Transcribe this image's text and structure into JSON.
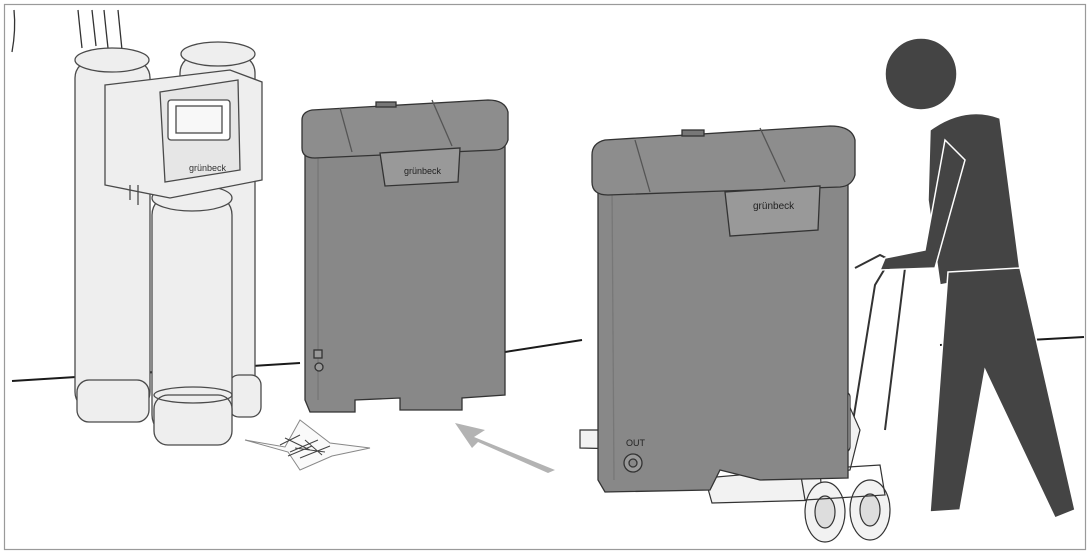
{
  "labels": {
    "brand_small_unit": "grünbeck",
    "brand_middle_tank": "grünbeck",
    "brand_right_tank": "grünbeck",
    "outlet_label": "OUT"
  },
  "colors": {
    "tank_body": "#888888",
    "tank_lid": "#8d8d8d",
    "figure": "#444444",
    "arrow": "#b3b3b3",
    "filter_unit": "#eeeeee",
    "pallet_truck": "#f2f2f2"
  }
}
